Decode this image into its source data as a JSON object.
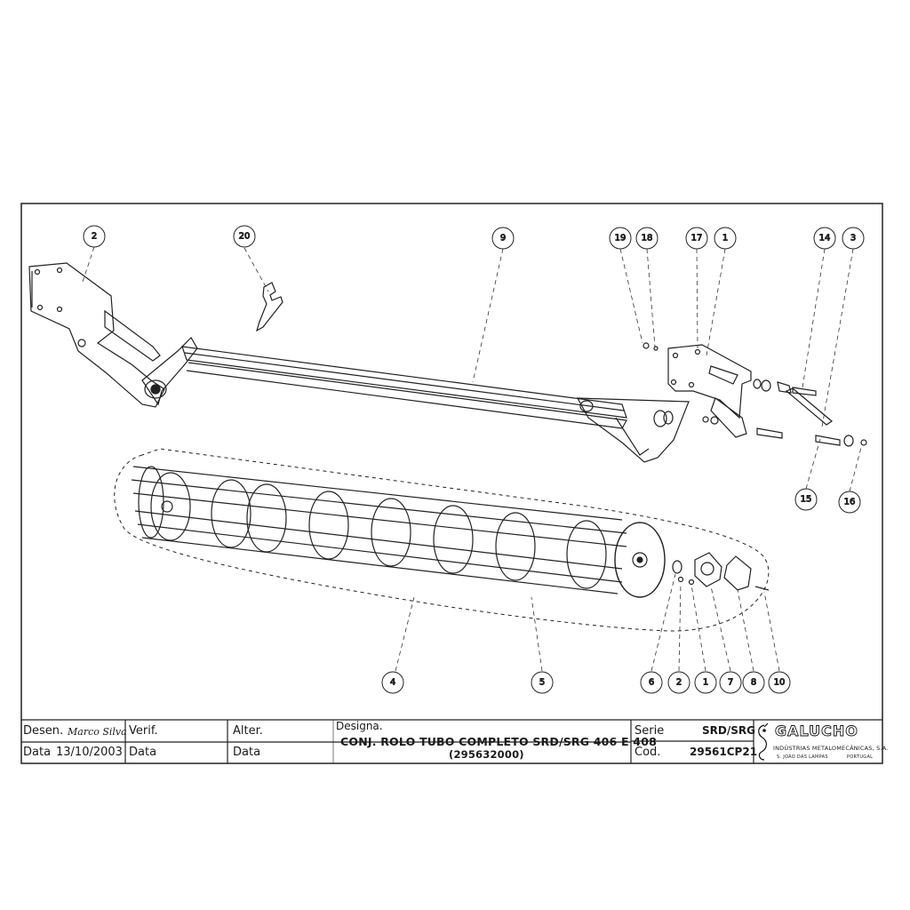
{
  "callouts": [
    {
      "number": "2"
    },
    {
      "number": "20"
    },
    {
      "number": "9"
    },
    {
      "number": "19"
    },
    {
      "number": "18"
    },
    {
      "number": "17"
    },
    {
      "number": "1"
    },
    {
      "number": "14"
    },
    {
      "number": "3"
    },
    {
      "number": "15"
    },
    {
      "number": "16"
    },
    {
      "number": "4"
    },
    {
      "number": "5"
    },
    {
      "number": "6"
    },
    {
      "number": "2"
    },
    {
      "number": "1"
    },
    {
      "number": "7"
    },
    {
      "number": "8"
    },
    {
      "number": "10"
    }
  ],
  "title_block": {
    "drawn_label": "Desen.",
    "drawn_signature": "Marco Silva",
    "verified_label": "Verif.",
    "altered_label": "Alter.",
    "designation_label": "Designa.",
    "date_label": "Data",
    "date_value": "13/10/2003",
    "verified_date_label": "Data",
    "altered_date_label": "Data",
    "title": "CONJ. ROLO TUBO COMPLETO SRD/SRG 406 E 408",
    "part_number": "(295632000)",
    "series_label": "Serie",
    "series_value": "SRD/SRG",
    "code_label": "Cod.",
    "code_value": "29561CP21"
  },
  "logo": {
    "brand": "GALUCHO",
    "company": "INDÚSTRIAS METALOMECÂNICAS, S.A.",
    "location_left": "S. JOÃO DAS LAMPAS",
    "location_right": "PORTUGAL"
  }
}
